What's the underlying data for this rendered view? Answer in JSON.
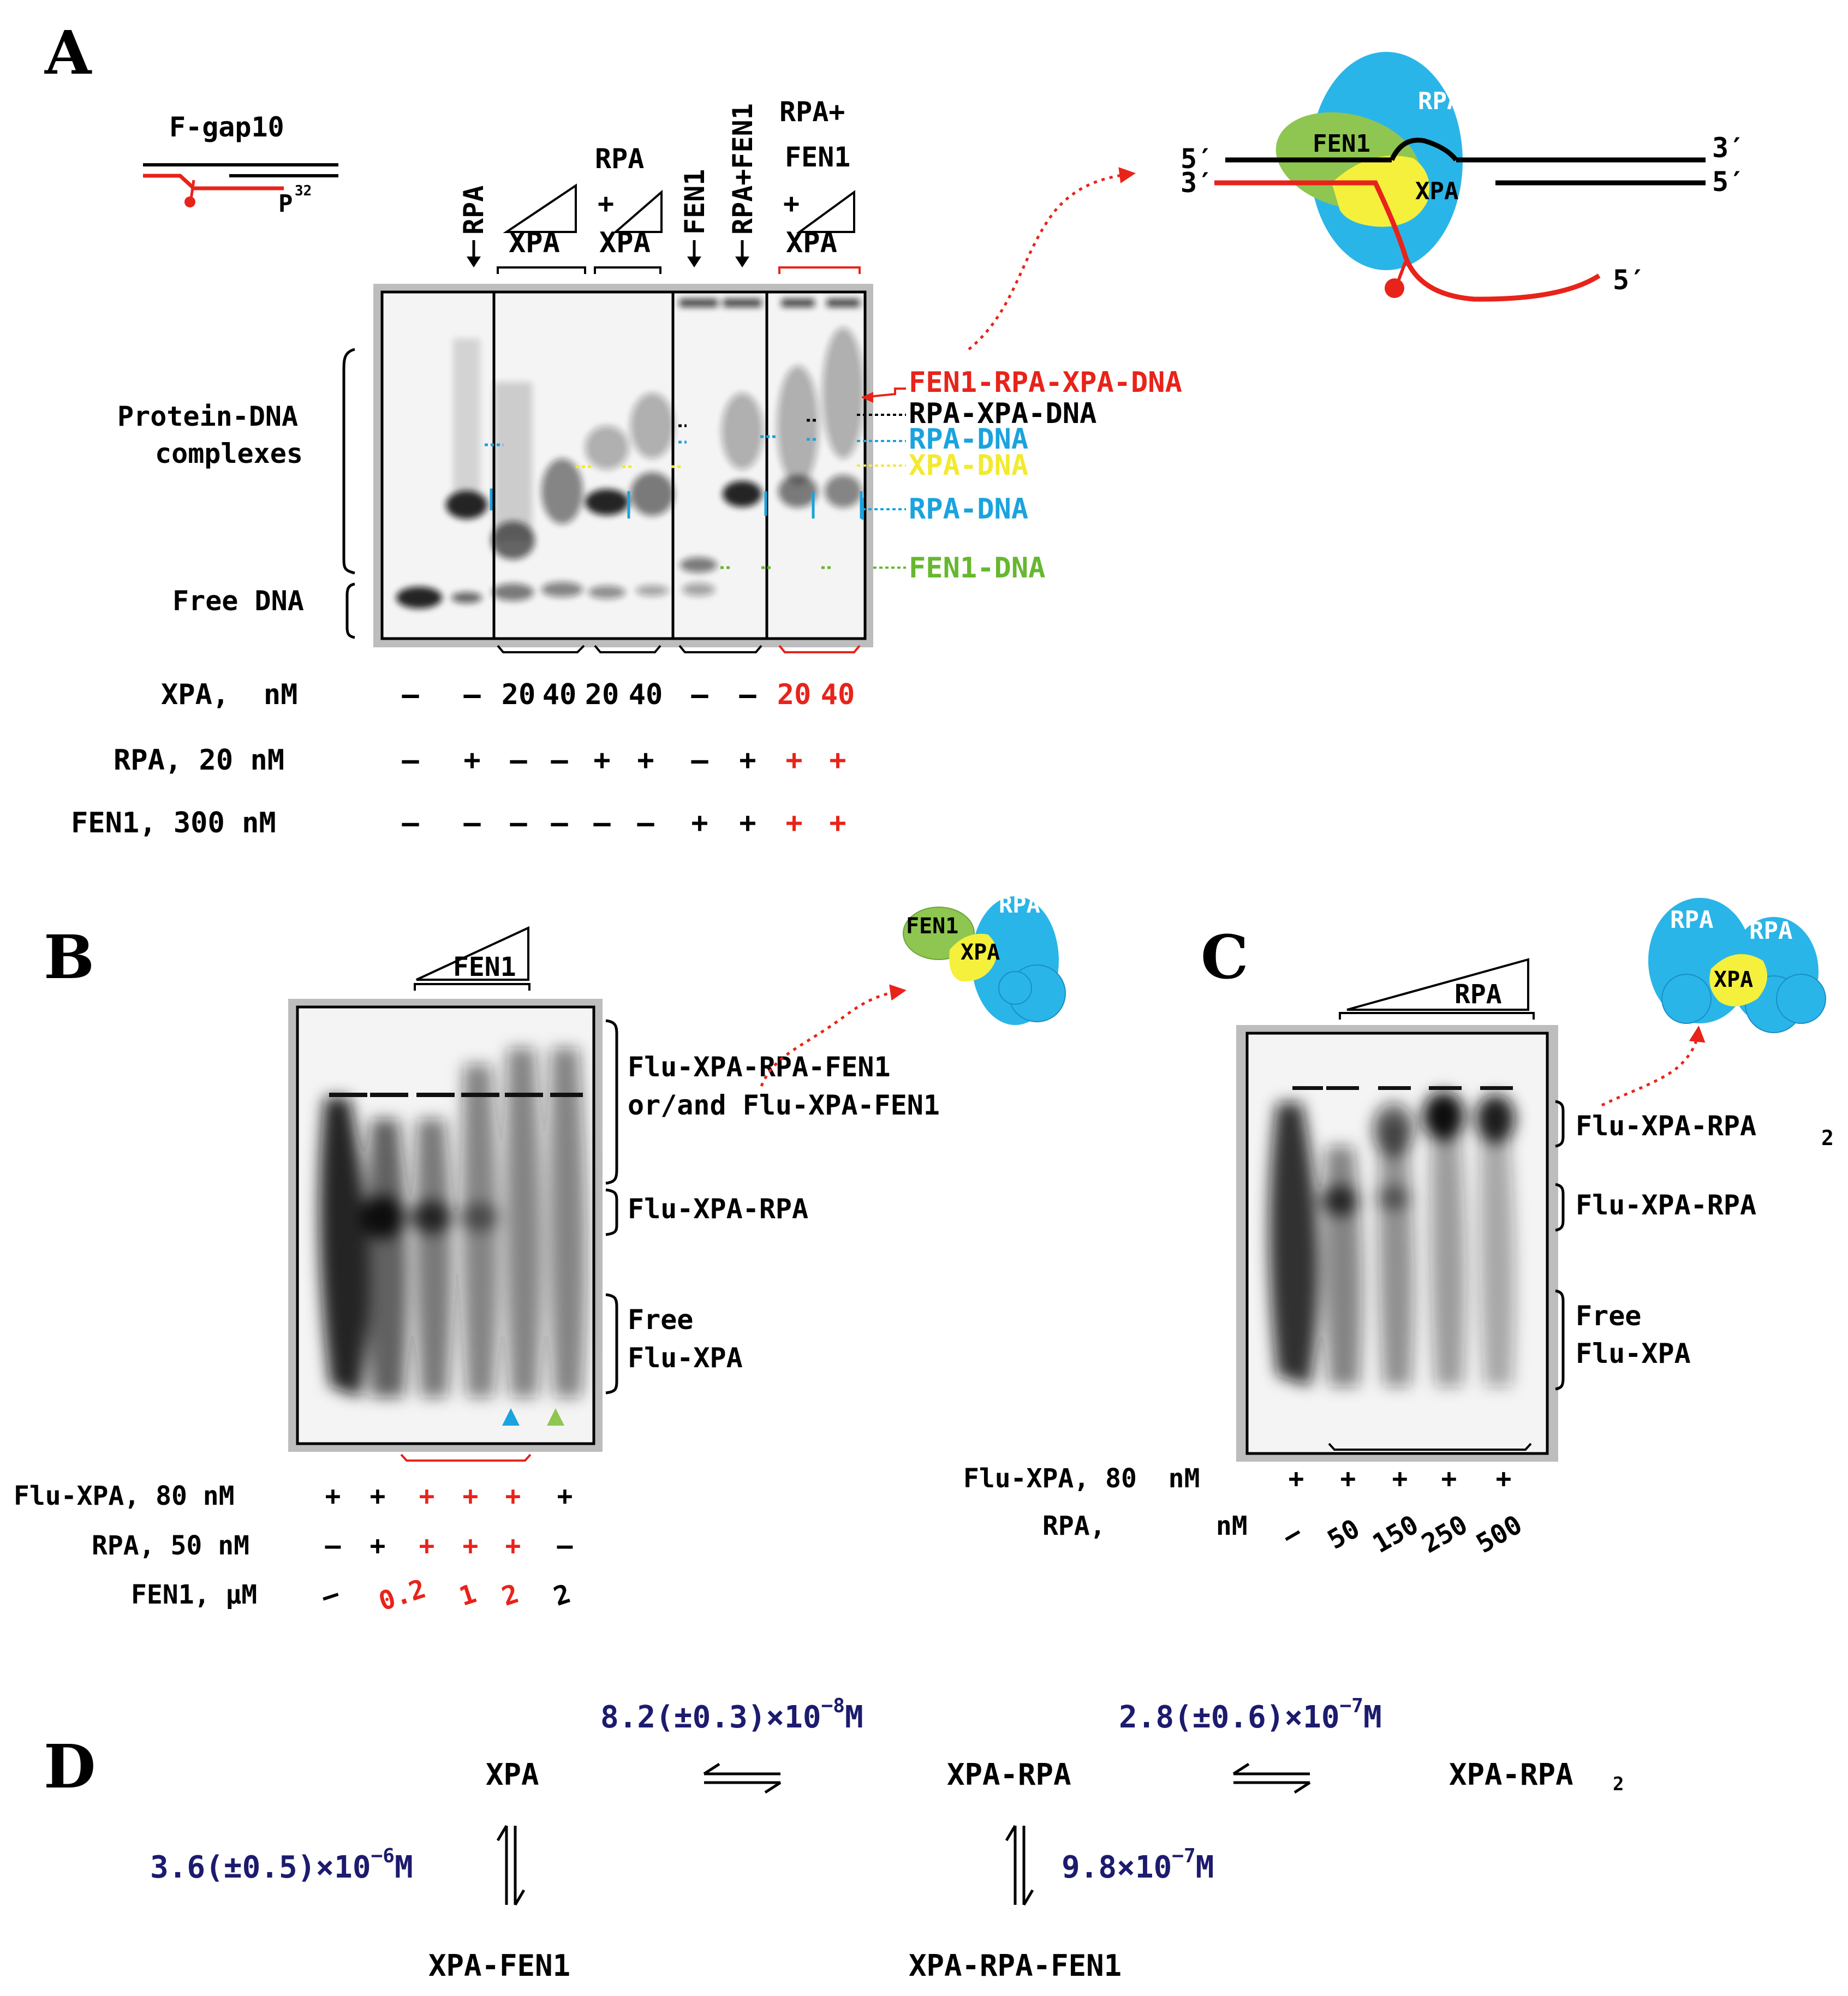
{
  "colors": {
    "red": "#e8231a",
    "blue": "#1aa3de",
    "yellow": "#f2ea2e",
    "green": "#66b82e",
    "fen1_fill": "#8ec651",
    "rpa_fill": "#2ab5e8",
    "xpa_fill": "#f4f03c",
    "navy": "#1d1b6e",
    "gel_bg": "#f2f2f2",
    "gel_frame": "#b9b9b9"
  },
  "panel_a": {
    "letter": "A",
    "substrate_label": "F-gap10",
    "p32_label": "P",
    "p32_sup": "32",
    "header_rpa": "RPA",
    "header_xpa1": "XPA",
    "header_rpa_xpa_top": "RPA",
    "header_rpa_xpa_plus": "+",
    "header_rpa_xpa_bottom": "XPA",
    "header_fen1": "FEN1",
    "header_rpa_fen1": "RPA+FEN1",
    "header_last_line1": "RPA+",
    "header_last_line2": "FEN1",
    "header_last_plus": "+",
    "header_last_bottom": "XPA",
    "left_label_1": "Protein-DNA",
    "left_label_2": "complexes",
    "left_label_free": "Free DNA",
    "band_labels": [
      {
        "text": "FEN1-RPA-XPA-DNA",
        "color": "red"
      },
      {
        "text": "RPA-XPA-DNA",
        "color": "black"
      },
      {
        "text": "RPA-DNA",
        "color": "blue"
      },
      {
        "text": "XPA-DNA",
        "color": "yellow"
      },
      {
        "text": "RPA-DNA",
        "color": "blue"
      },
      {
        "text": "FEN1-DNA",
        "color": "green"
      }
    ],
    "diagram": {
      "end_5a": "5′",
      "end_3a": "3′",
      "end_3b": "3′",
      "end_5b": "5′",
      "end_5c": "5′",
      "fen1": "FEN1",
      "rpa": "RPA",
      "xpa": "XPA"
    },
    "rows": [
      {
        "label": "XPA,  nM",
        "values": [
          "–",
          "–",
          "20",
          "40",
          "20",
          "40",
          "–",
          "–",
          "20",
          "40"
        ]
      },
      {
        "label": "RPA, 20 nM",
        "values": [
          "–",
          "+",
          "–",
          "–",
          "+",
          "+",
          "–",
          "+",
          "+",
          "+"
        ]
      },
      {
        "label": "FEN1, 300 nM",
        "values": [
          "–",
          "–",
          "–",
          "–",
          "–",
          "–",
          "+",
          "+",
          "+",
          "+"
        ]
      }
    ]
  },
  "panel_b": {
    "letter": "B",
    "header": "FEN1",
    "labels": [
      "Flu-XPA-RPA-FEN1",
      "or/and Flu-XPA-FEN1",
      "Flu-XPA-RPA",
      "Free",
      "Flu-XPA"
    ],
    "diagram": {
      "fen1": "FEN1",
      "rpa": "RPA",
      "xpa": "XPA"
    },
    "rows": [
      {
        "label": "Flu-XPA, 80 nM",
        "values": [
          "+",
          "+",
          "+",
          "+",
          "+",
          "+"
        ]
      },
      {
        "label": "RPA, 50 nM",
        "values": [
          "–",
          "+",
          "+",
          "+",
          "+",
          "–"
        ]
      },
      {
        "label": "FEN1, µM",
        "values": [
          "–",
          "0.2",
          "1",
          "2",
          "2"
        ]
      }
    ]
  },
  "panel_c": {
    "letter": "C",
    "header": "RPA",
    "labels": [
      "Flu-XPA-RPA",
      "2",
      "Flu-XPA-RPA",
      "Free",
      "Flu-XPA"
    ],
    "diagram": {
      "rpa1": "RPA",
      "rpa2": "RPA",
      "xpa": "XPA"
    },
    "rows": [
      {
        "label": "Flu-XPA, 80  nM",
        "values": [
          "+",
          "+",
          "+",
          "+",
          "+"
        ]
      },
      {
        "label": "RPA,       nM",
        "values": [
          "–",
          "50",
          "150",
          "250",
          "500"
        ]
      }
    ]
  },
  "panel_d": {
    "letter": "D",
    "species": [
      "XPA",
      "XPA-RPA",
      "XPA-RPA",
      "2",
      "XPA-FEN1",
      "XPA-RPA-FEN1"
    ],
    "constants": [
      {
        "prefix": "8.2(±0.3)×10",
        "exp": "−8",
        "unit": "M"
      },
      {
        "prefix": "2.8(±0.6)×10",
        "exp": "−7",
        "unit": "M"
      },
      {
        "prefix": "3.6(±0.5)×10",
        "exp": "−6",
        "unit": "M"
      },
      {
        "prefix": "9.8×10",
        "exp": "−7",
        "unit": "M"
      }
    ]
  }
}
